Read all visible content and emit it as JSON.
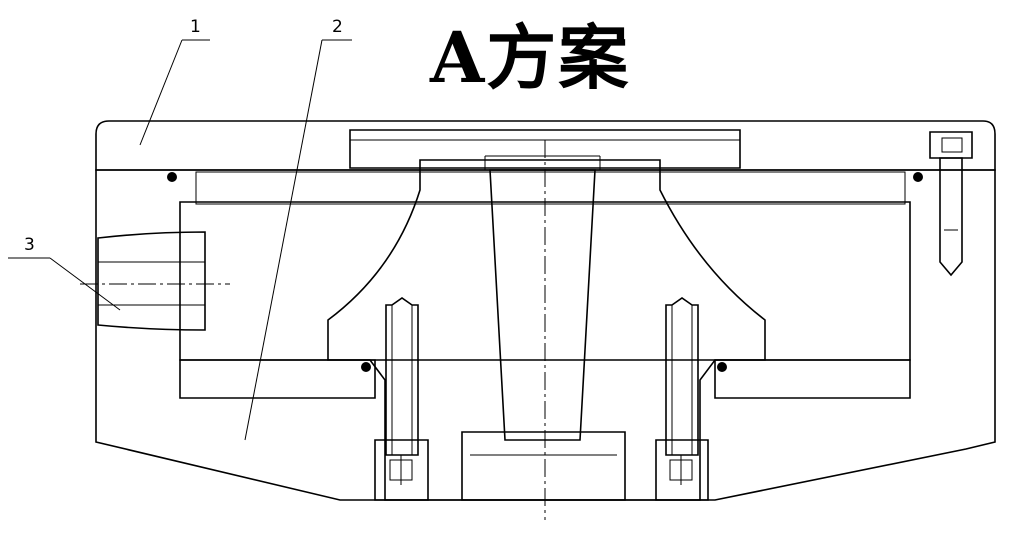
{
  "title": "A方案",
  "callouts": [
    {
      "id": "1",
      "label": "1"
    },
    {
      "id": "2",
      "label": "2"
    },
    {
      "id": "3",
      "label": "3"
    }
  ]
}
